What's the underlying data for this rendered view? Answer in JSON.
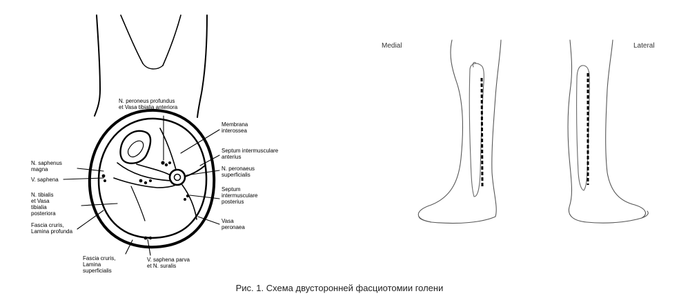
{
  "left_panel": {
    "labels": {
      "n_peroneus_profundus": "N. peroneus profundus\net Vasa tibialia anteriora",
      "membrana": "Membrana\ninterossea",
      "septum_anterius": "Septum intermusculare\nanterius",
      "n_peronaeus_superf": "N. peronaeus\nsuperficialis",
      "septum_posterius": "Septum\nintermusculare\nposterius",
      "vasa_peronaea": "Vasa\nperonaea",
      "n_saphenus": "N. saphenus\nmagna",
      "v_saphena": "V. saphena",
      "n_tibialis": "N. tibialis\net Vasa\ntibialia\nposteriora",
      "fascia_profunda": "Fascia cruris,\nLamina profunda",
      "fascia_superficialis": "Fascia cruris,\nLamina\nsuperficialis",
      "v_saphena_parva": "V. saphena parva\net N. suralis"
    }
  },
  "right_panel": {
    "medial_label": "Medial",
    "lateral_label": "Lateral"
  },
  "caption": "Рис. 1. Схема двусторонней фасциотомии голени"
}
